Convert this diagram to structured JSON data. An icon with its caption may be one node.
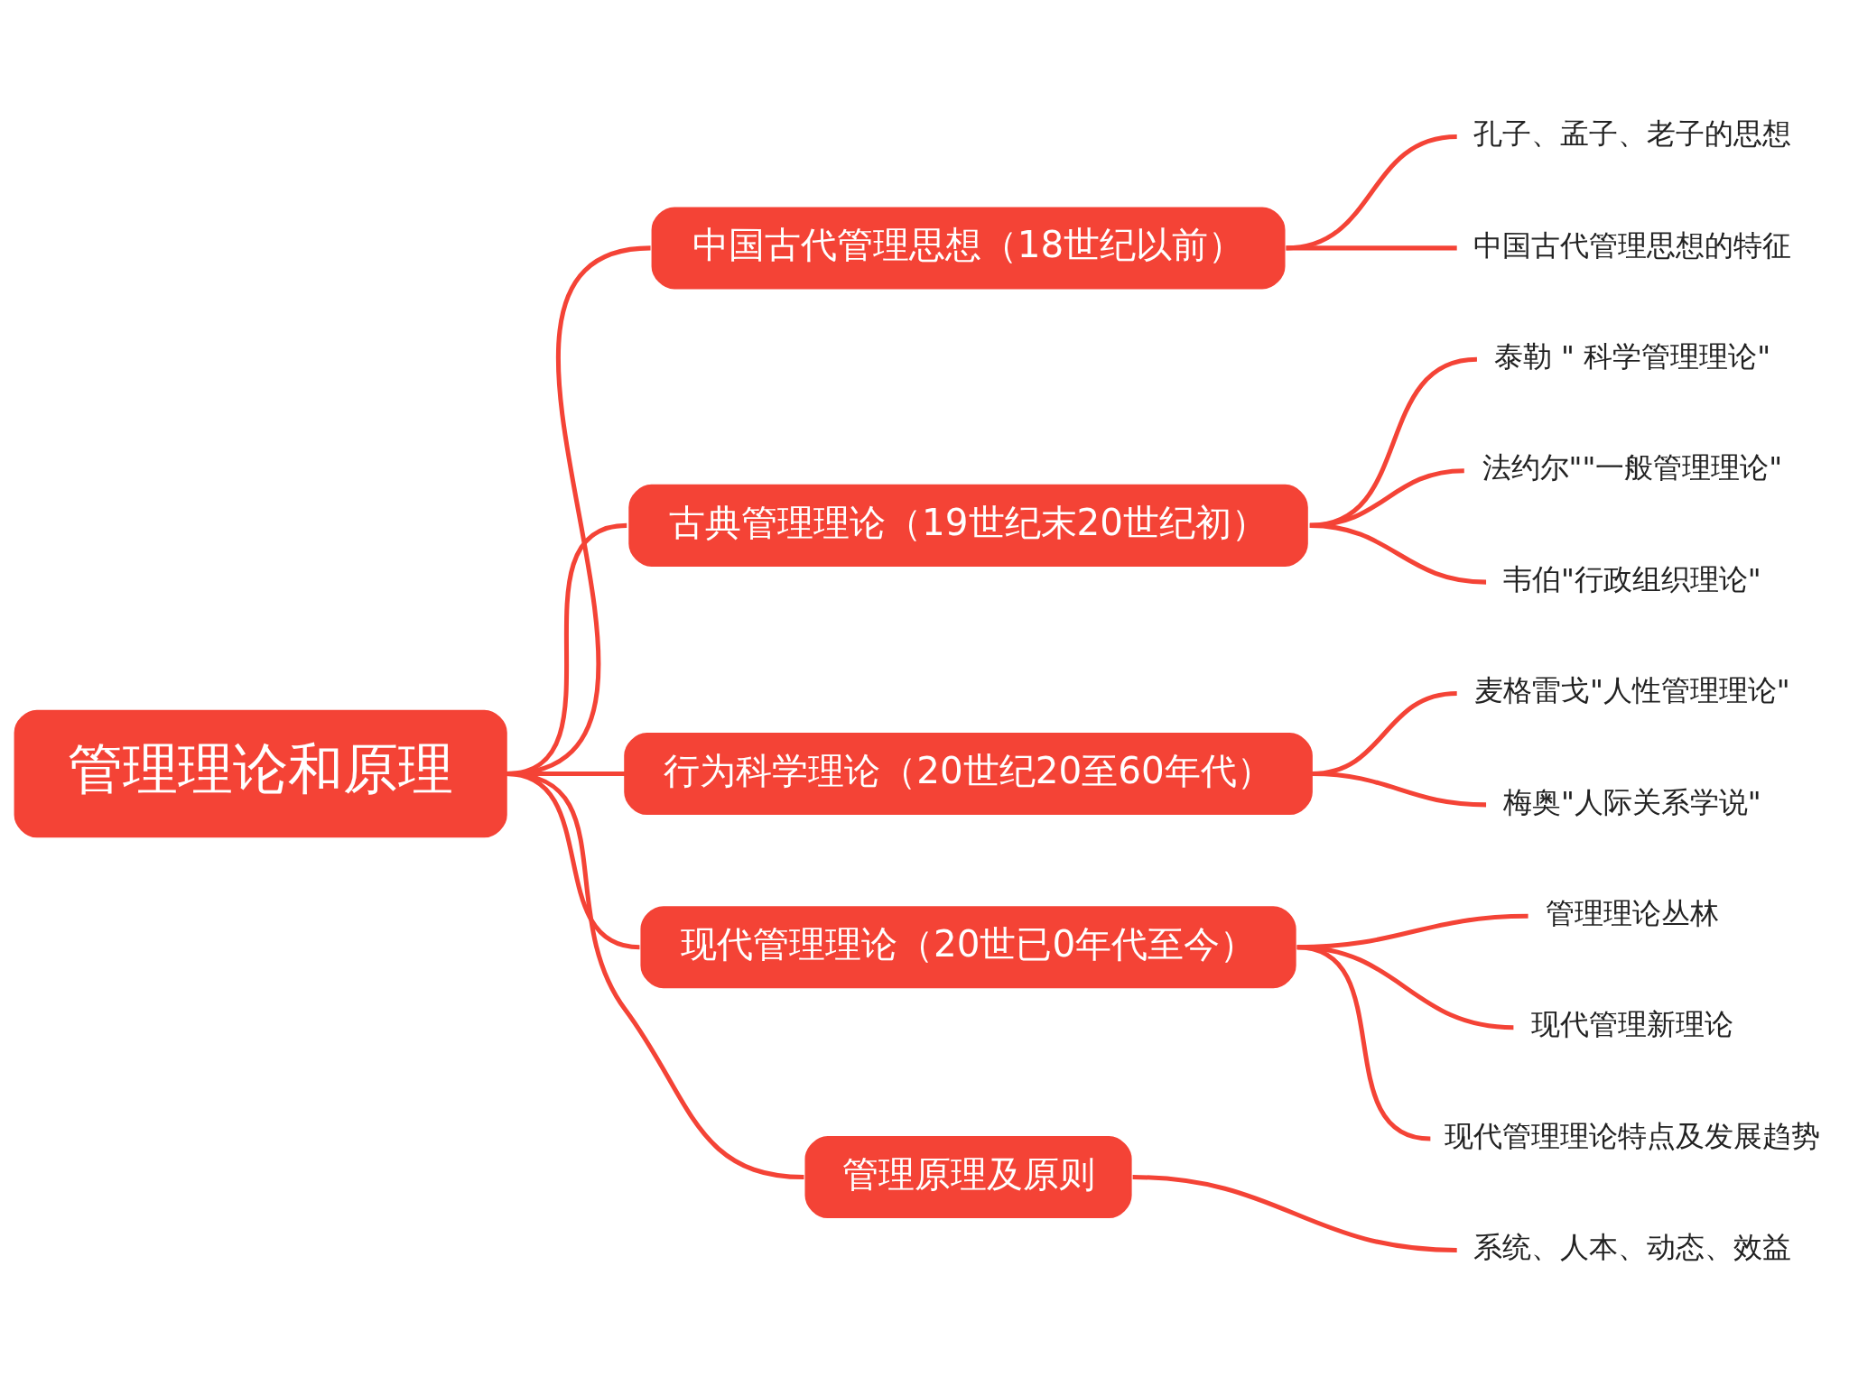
{
  "diagram": {
    "nodes": [
      {
        "text": [
          "管理理论和原理"
        ]
      },
      {
        "text": [
          "中国古代管理思想（18世纪以前）"
        ]
      },
      {
        "text": [
          "孔子、孟子、老子的思想"
        ]
      },
      {
        "text": [
          "中国古代管理思想的特征"
        ]
      },
      {
        "text": [
          "古典管理理论（19世纪末20世纪初）"
        ]
      },
      {
        "text": [
          "泰勒 \" 科学管理理论\""
        ]
      },
      {
        "text": [
          "法约尔\"\"一般管理理论\""
        ]
      },
      {
        "text": [
          "韦伯\"行政组织理论\""
        ]
      },
      {
        "text": [
          "行为科学理论（20世纪20至60年代）"
        ]
      },
      {
        "text": [
          "麦格雷戈\"人性管理理论\""
        ]
      },
      {
        "text": [
          "梅奥\"人际关系学说\""
        ]
      },
      {
        "text": [
          "现代管理理论（20世已0年代至今）"
        ]
      },
      {
        "text": [
          "管理理论丛林"
        ]
      },
      {
        "text": [
          "现代管理新理论"
        ]
      },
      {
        "text": [
          "现代管理理论特点及发展趋势"
        ]
      },
      {
        "text": [
          "管理原理及原则"
        ]
      },
      {
        "text": [
          "系统、人本、动态、效益"
        ]
      }
    ],
    "edges": [
      {
        "from": 0,
        "to": 1,
        "arrow": "none"
      },
      {
        "from": 0,
        "to": 4,
        "arrow": "none"
      },
      {
        "from": 0,
        "to": 8,
        "arrow": "none"
      },
      {
        "from": 0,
        "to": 11,
        "arrow": "none"
      },
      {
        "from": 0,
        "to": 15,
        "arrow": "none"
      },
      {
        "from": 1,
        "to": 2,
        "arrow": "none"
      },
      {
        "from": 1,
        "to": 3,
        "arrow": "none"
      },
      {
        "from": 4,
        "to": 5,
        "arrow": "none"
      },
      {
        "from": 4,
        "to": 6,
        "arrow": "none"
      },
      {
        "from": 4,
        "to": 7,
        "arrow": "none"
      },
      {
        "from": 8,
        "to": 9,
        "arrow": "none"
      },
      {
        "from": 8,
        "to": 10,
        "arrow": "none"
      },
      {
        "from": 11,
        "to": 12,
        "arrow": "none"
      },
      {
        "from": 11,
        "to": 13,
        "arrow": "none"
      },
      {
        "from": 11,
        "to": 14,
        "arrow": "none"
      },
      {
        "from": 15,
        "to": 16,
        "arrow": "none"
      }
    ]
  }
}
